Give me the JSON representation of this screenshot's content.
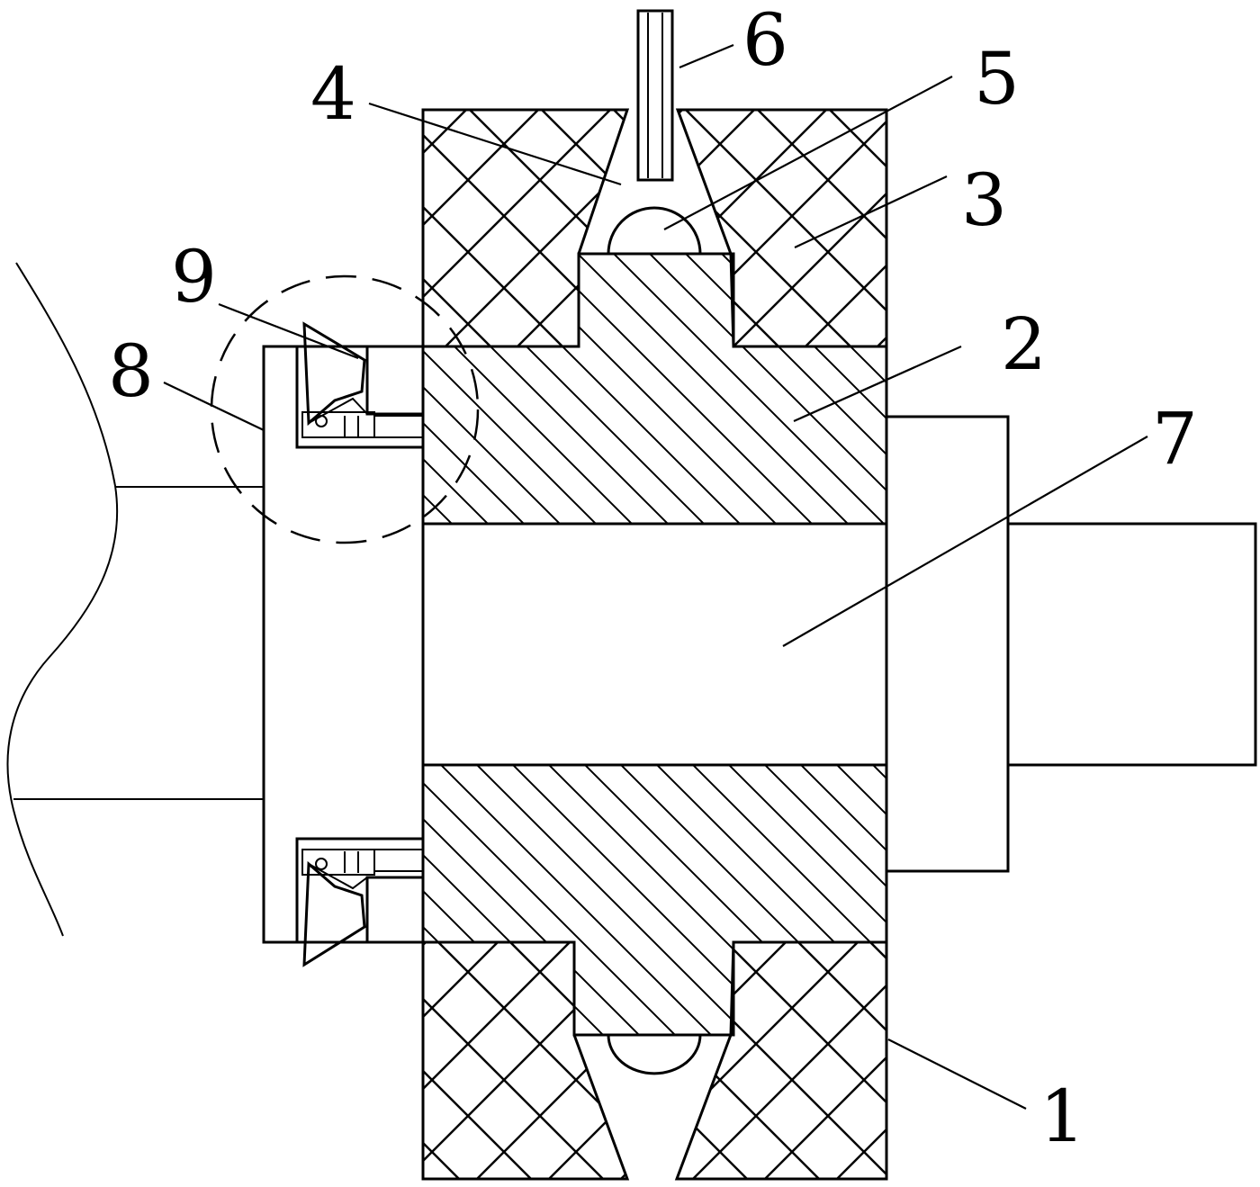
{
  "figure": {
    "parts": [
      {
        "id": "1",
        "label": "1"
      },
      {
        "id": "2",
        "label": "2"
      },
      {
        "id": "3",
        "label": "3"
      },
      {
        "id": "4",
        "label": "4"
      },
      {
        "id": "5",
        "label": "5"
      },
      {
        "id": "6",
        "label": "6"
      },
      {
        "id": "7",
        "label": "7"
      },
      {
        "id": "8",
        "label": "8"
      },
      {
        "id": "9",
        "label": "9"
      }
    ]
  }
}
